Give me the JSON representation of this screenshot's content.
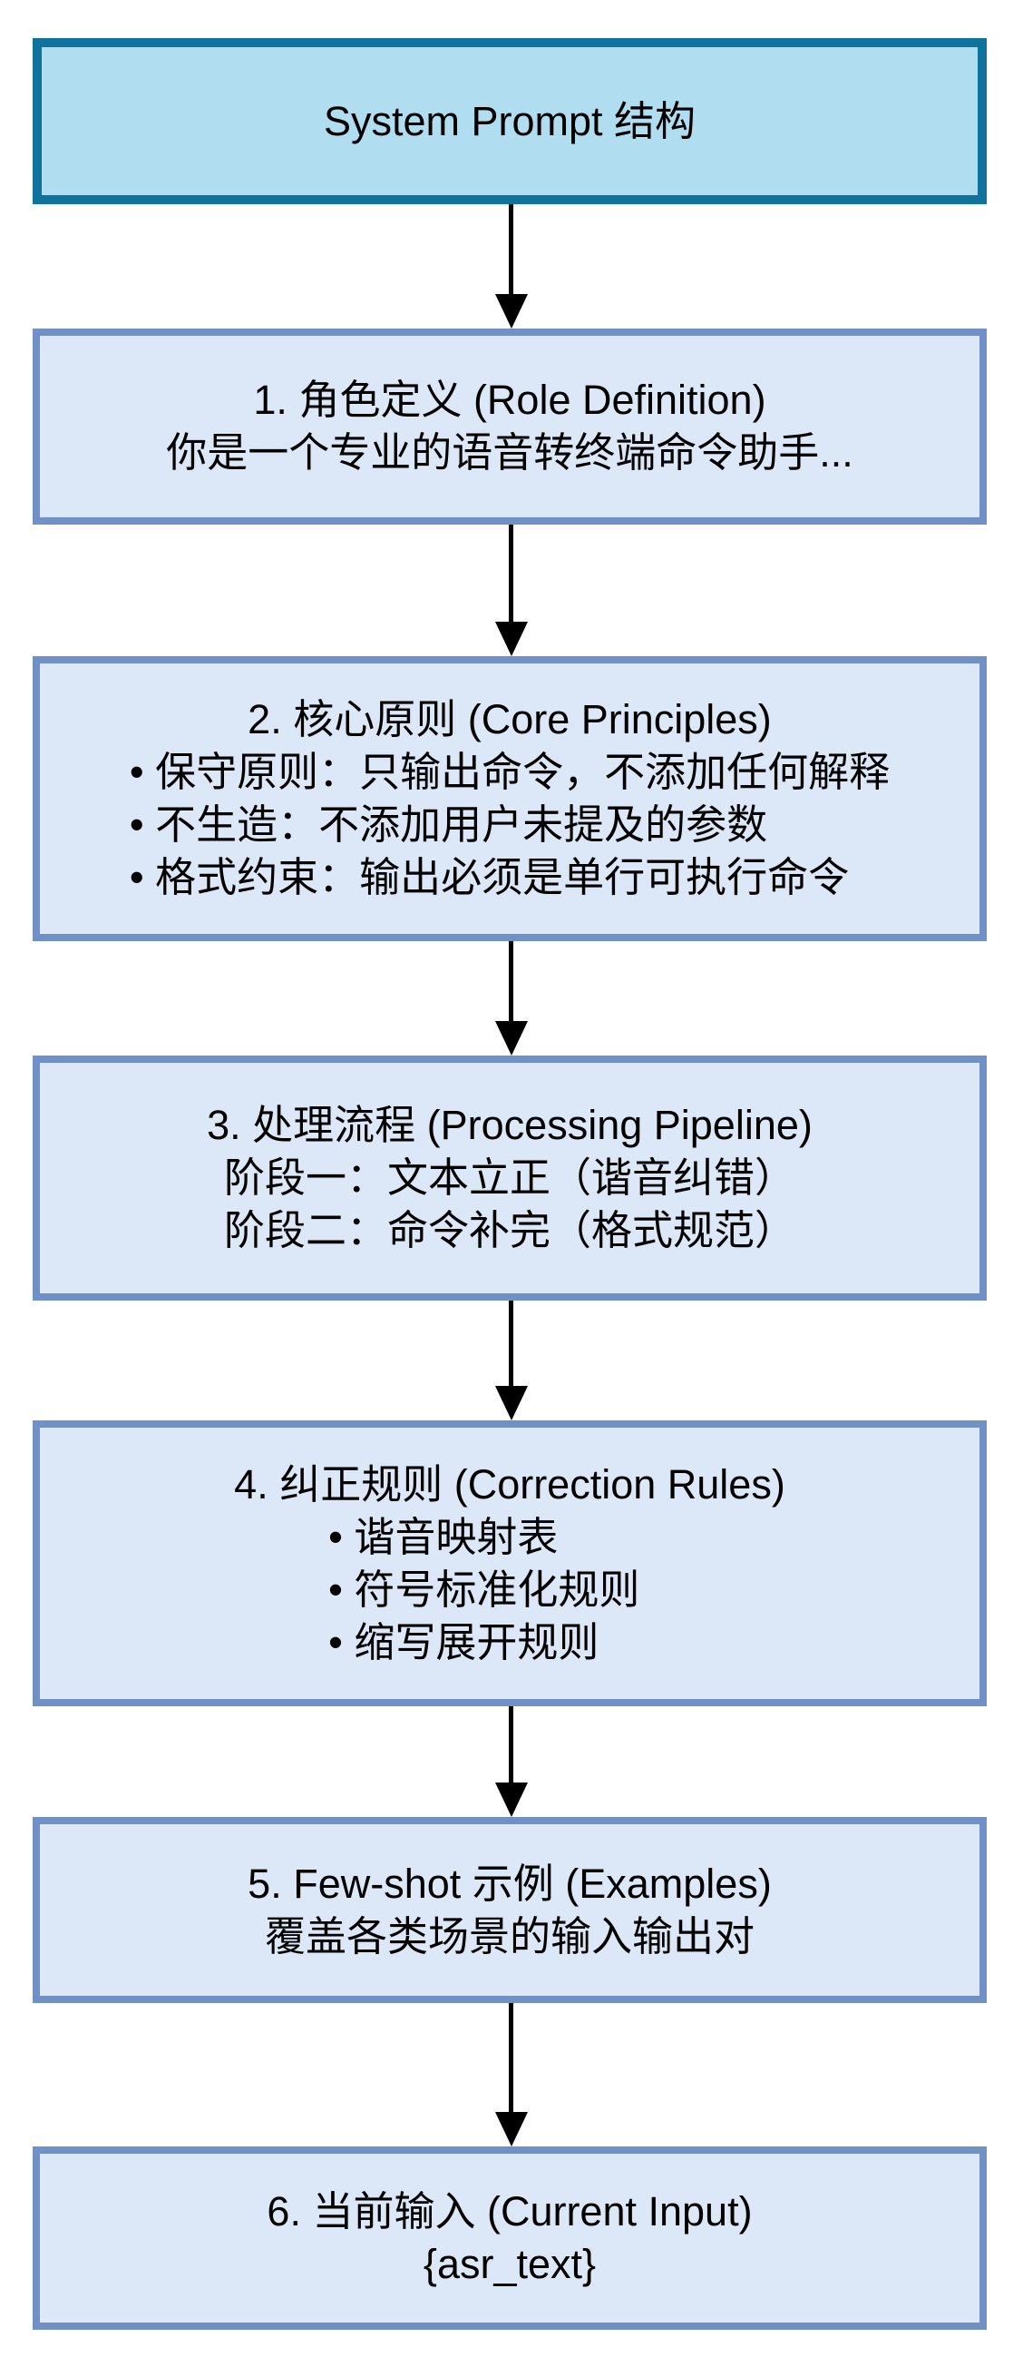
{
  "diagram": {
    "title": "System Prompt 结构",
    "colors": {
      "background": "#ffffff",
      "title_box_fill": "#b1ddf0",
      "title_box_stroke": "#10739e",
      "step_box_fill": "#dce7f8",
      "step_box_stroke": "#7090c8",
      "arrow": "#000000",
      "text": "#000000"
    },
    "nodes": [
      {
        "id": "title",
        "lines": [
          "System Prompt 结构"
        ]
      },
      {
        "id": "role-definition",
        "lines": [
          "1. 角色定义 (Role Definition)",
          "你是一个专业的语音转终端命令助手..."
        ]
      },
      {
        "id": "core-principles",
        "lines": [
          "2. 核心原则 (Core Principles)",
          "• 保守原则：只输出命令，不添加任何解释",
          "• 不生造：不添加用户未提及的参数",
          "• 格式约束：输出必须是单行可执行命令"
        ]
      },
      {
        "id": "processing-pipeline",
        "lines": [
          "3. 处理流程 (Processing Pipeline)",
          "阶段一：文本立正（谐音纠错）",
          "阶段二：命令补完（格式规范）"
        ]
      },
      {
        "id": "correction-rules",
        "lines": [
          "4. 纠正规则 (Correction Rules)",
          "• 谐音映射表",
          "• 符号标准化规则",
          "• 缩写展开规则"
        ]
      },
      {
        "id": "few-shot-examples",
        "lines": [
          "5. Few-shot 示例 (Examples)",
          "覆盖各类场景的输入输出对"
        ]
      },
      {
        "id": "current-input",
        "lines": [
          "6. 当前输入 (Current Input)",
          "{asr_text}"
        ]
      }
    ]
  }
}
